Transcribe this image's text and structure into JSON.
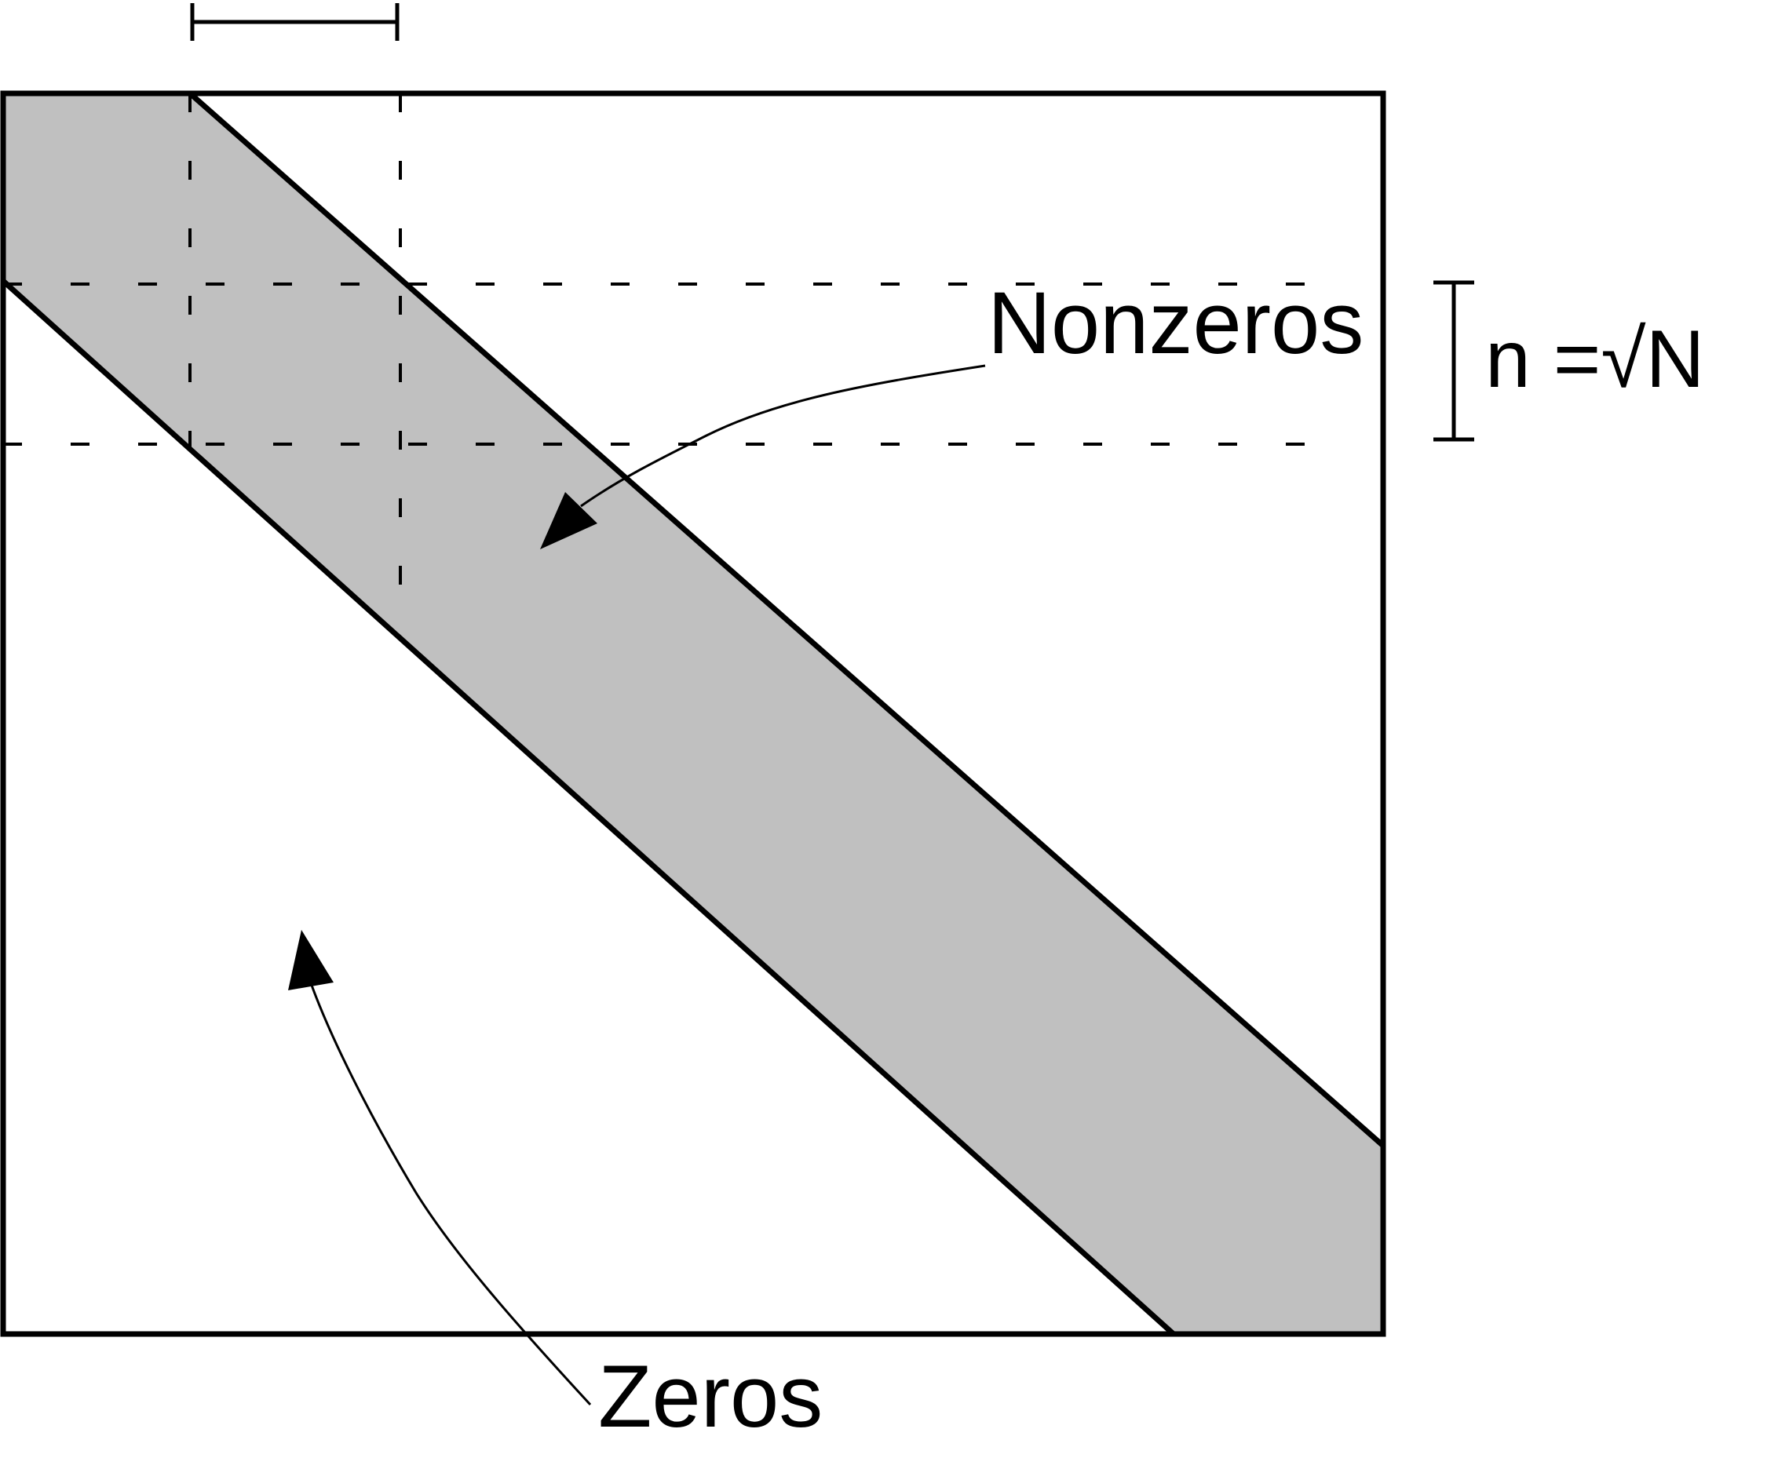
{
  "labels": {
    "nonzeros": "Nonzeros",
    "zeros": "Zeros",
    "block_size": "n =√N"
  },
  "colors": {
    "band_fill": "#c0c0c0",
    "stroke": "#000000",
    "background": "#ffffff"
  }
}
